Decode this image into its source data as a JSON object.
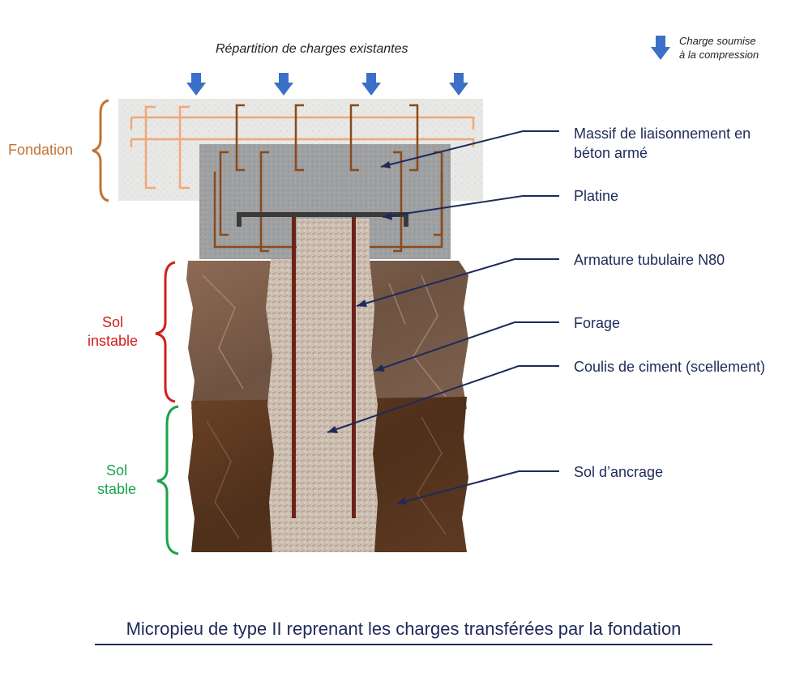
{
  "diagram": {
    "top_title": "Répartition de charges existantes",
    "legend": {
      "line1": "Charge soumise",
      "line2": "à la compression",
      "icon": "blue-down-arrow-icon",
      "color": "#3b6fc8"
    },
    "side_labels": {
      "foundation": {
        "text": "Fondation",
        "color": "#c07433"
      },
      "unstable_soil": {
        "line1": "Sol",
        "line2": "instable",
        "color": "#d0201c"
      },
      "stable_soil": {
        "line1": "Sol",
        "line2": "stable",
        "color": "#1aa34a"
      }
    },
    "callouts": {
      "massif": {
        "line1": "Massif de liaisonnement en",
        "line2": "béton armé"
      },
      "platine": "Platine",
      "armature": "Armature tubulaire N80",
      "forage": "Forage",
      "coulis": "Coulis de ciment (scellement)",
      "sol_ancrage": "Sol d’ancrage"
    },
    "caption": "Micropieu de type II  reprenant les charges transférées par la fondation",
    "colors": {
      "callout_text": "#1f2a5a",
      "rebar_foundation": "#f0a878",
      "rebar_massif": "#8a4a1a",
      "tube": "#6b2218",
      "plate": "#3a3a3a"
    }
  }
}
